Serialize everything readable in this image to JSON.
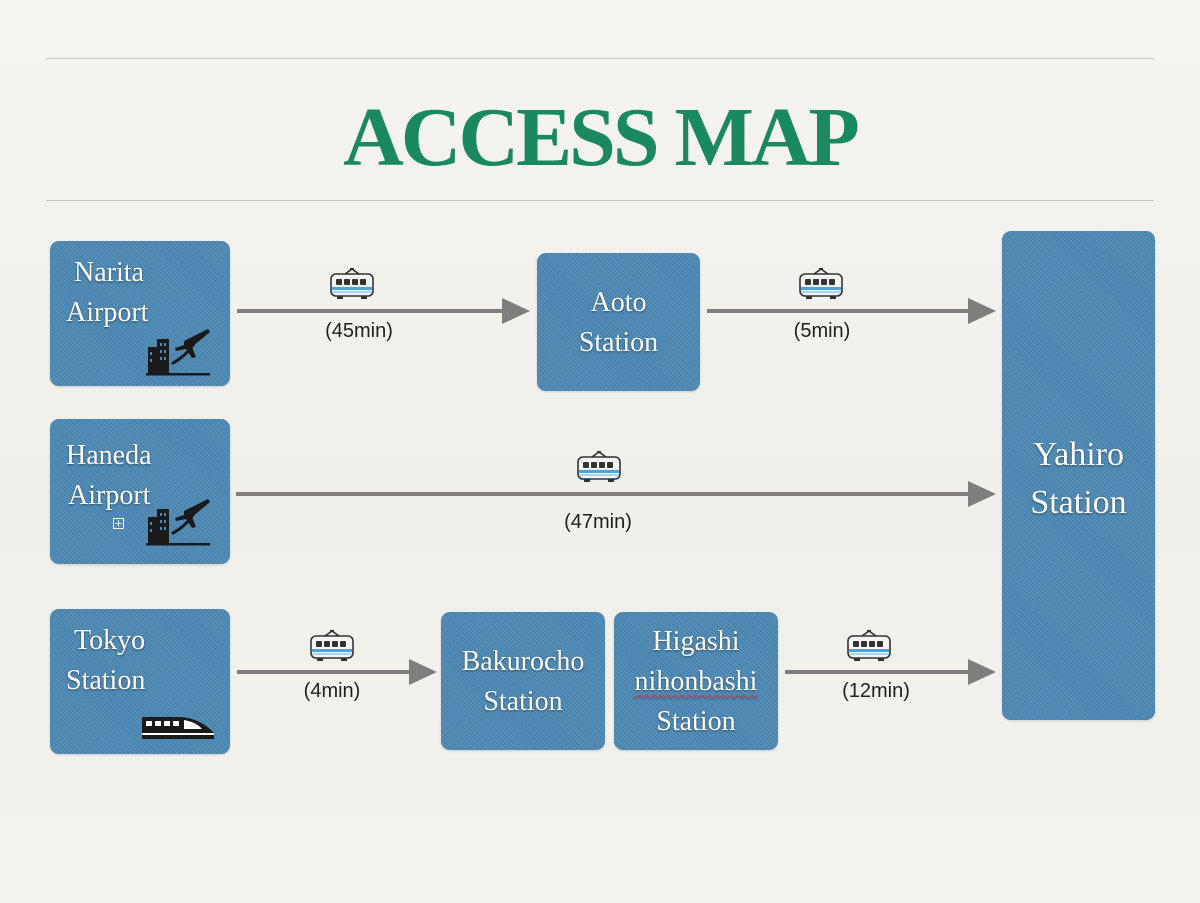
{
  "page": {
    "title": "ACCESS MAP",
    "title_color": "#1a8a5e",
    "box_color": "#4b88b4",
    "arrow_color": "#7e7e7e"
  },
  "origins": {
    "narita": {
      "line1": "Narita",
      "line2": "Airport",
      "icon": "airport-icon"
    },
    "haneda": {
      "line1": "Haneda",
      "line2": "Airport",
      "icon": "airport-icon"
    },
    "tokyo": {
      "line1": "Tokyo",
      "line2": "Station",
      "icon": "bullet-train-icon"
    }
  },
  "stations": {
    "aoto": {
      "line1": "Aoto",
      "line2": "Station"
    },
    "bakurocho": {
      "line1": "Bakurocho",
      "line2": "Station"
    },
    "higashi": {
      "line1": "Higashi",
      "line2": "nihonbashi",
      "line3": "Station"
    },
    "yahiro": {
      "line1": "Yahiro",
      "line2": "Station"
    }
  },
  "routes": {
    "narita_aoto": {
      "time": "(45min)",
      "icon": "train-icon"
    },
    "aoto_yahiro": {
      "time": "(5min)",
      "icon": "train-icon"
    },
    "haneda_yahiro": {
      "time": "(47min)",
      "icon": "train-icon"
    },
    "tokyo_bakurocho": {
      "time": "(4min)",
      "icon": "train-icon"
    },
    "higashi_yahiro": {
      "time": "(12min)",
      "icon": "train-icon"
    }
  }
}
